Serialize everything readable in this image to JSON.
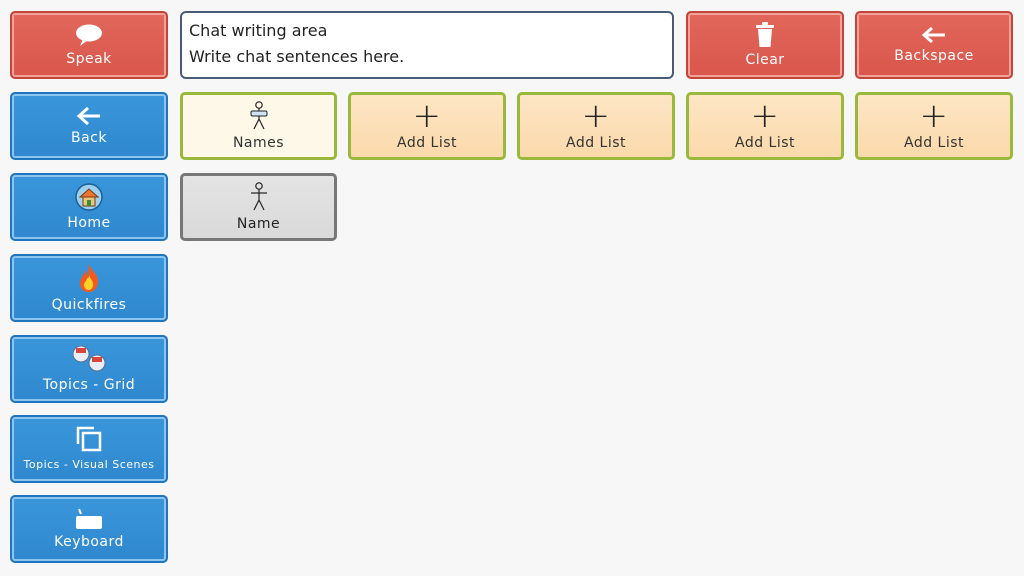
{
  "top_bar": {
    "speak_label": "Speak",
    "chat_title": "Chat writing area",
    "chat_placeholder": "Write chat sentences here.",
    "clear_label": "Clear",
    "backspace_label": "Backspace"
  },
  "sidebar": {
    "items": [
      {
        "label": "Back",
        "icon": "arrow-left-icon"
      },
      {
        "label": "Home",
        "icon": "home-icon"
      },
      {
        "label": "Quickfires",
        "icon": "fire-icon"
      },
      {
        "label": "Topics - Grid",
        "icon": "topics-grid-icon"
      },
      {
        "label": "Topics - Visual Scenes",
        "icon": "visual-scenes-icon"
      },
      {
        "label": "Keyboard",
        "icon": "keyboard-icon"
      }
    ]
  },
  "grid": {
    "names_label": "Names",
    "add_list_labels": [
      "Add List",
      "Add List",
      "Add List",
      "Add List"
    ],
    "name_label": "Name"
  },
  "colors": {
    "action_red": "#d9564b",
    "nav_blue": "#2f88cf",
    "list_border_green": "#9ab93c",
    "add_list_orange": "#fbd9ab",
    "chat_border": "#4a5b7a"
  }
}
